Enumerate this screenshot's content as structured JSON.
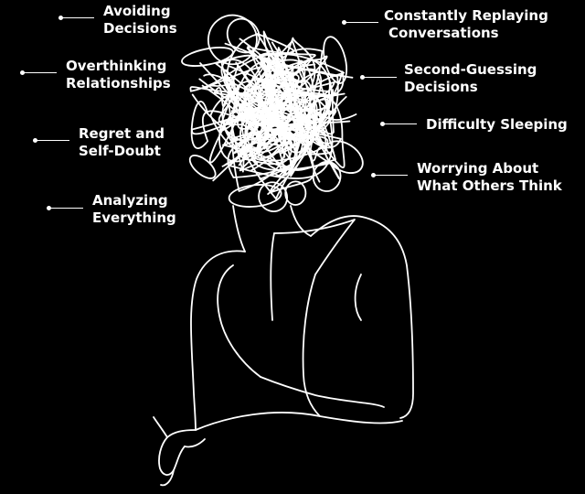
{
  "colors": {
    "background": "#000000",
    "ink": "#ffffff"
  },
  "labels": {
    "avoiding": [
      "Avoiding",
      "Decisions"
    ],
    "overthinking": [
      "Overthinking",
      "Relationships"
    ],
    "regret": [
      "Regret and",
      "Self-Doubt"
    ],
    "analyzing": [
      "Analyzing",
      "Everything"
    ],
    "replaying": [
      "Constantly Replaying",
      "Conversations"
    ],
    "second_guessing": [
      "Second-Guessing",
      "Decisions"
    ],
    "sleeping": [
      "Difficulty Sleeping"
    ],
    "worrying": [
      "Worrying About",
      "What Others Think"
    ]
  }
}
